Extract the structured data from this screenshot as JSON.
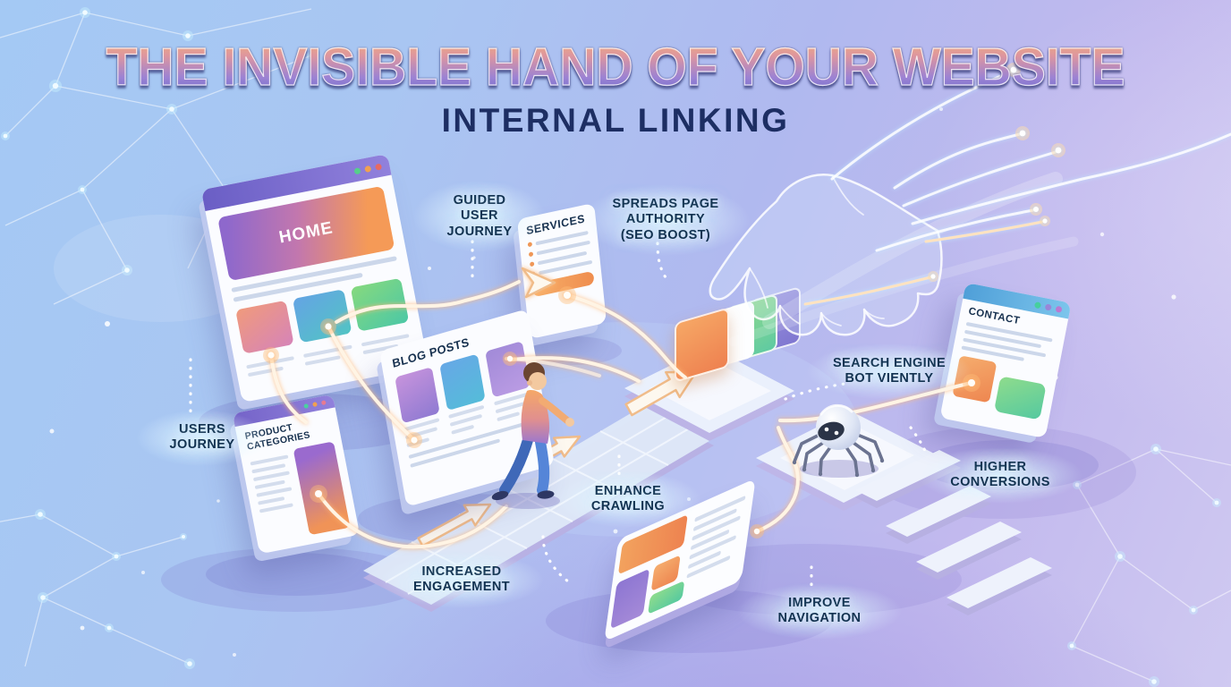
{
  "title": {
    "main": "THE INVISIBLE HAND OF YOUR WEBSITE",
    "subtitle": "INTERNAL LINKING"
  },
  "windows": {
    "home": {
      "title": "HOME"
    },
    "services": {
      "title": "SERVICES"
    },
    "blog_posts": {
      "title": "BLOG POSTS"
    },
    "product_categories": {
      "title": "PRODUCT CATEGORIES"
    },
    "contact": {
      "title": "CONTACT"
    }
  },
  "labels": {
    "guided_user_journey": "GUIDED\nUSER\nJOURNEY",
    "spreads_page_authority": "SPREADS PAGE\nAUTHORITY\n(SEO BOOST)",
    "users_journey": "USERS\nJOURNEY",
    "search_engine_bot": "SEARCH ENGINE\nBOT VIENTLY",
    "enhance_crawling": "ENHANCE\nCRAWLING",
    "increased_engagement": "INCREASED\nENGAGEMENT",
    "improve_navigation": "IMPROVE\nNAVIGATION",
    "higher_conversions": "HIGHER\nCONVERSIONS"
  },
  "icons": {
    "search_engine_bot": "spider-robot-icon",
    "invisible_hand": "ghost-hand-icon",
    "walking_user": "walking-person-figure",
    "flow_arrows": "flow-arrow-icon",
    "link_nodes": "glow-link-node",
    "window_controls": "window-control-dots",
    "steps": "staircase-bars",
    "network": "constellation-network"
  },
  "colors": {
    "background_top_left": "#A6CBF4",
    "background_bottom_right": "#CCC2EF",
    "accent_orange": "#F59B57",
    "accent_purple": "#7B68CC",
    "accent_green": "#7FD88F",
    "accent_blue": "#56A7DF",
    "label_navy": "#123250",
    "subtitle_navy": "#1D2E63",
    "glow_cream": "#FFE9C9"
  }
}
